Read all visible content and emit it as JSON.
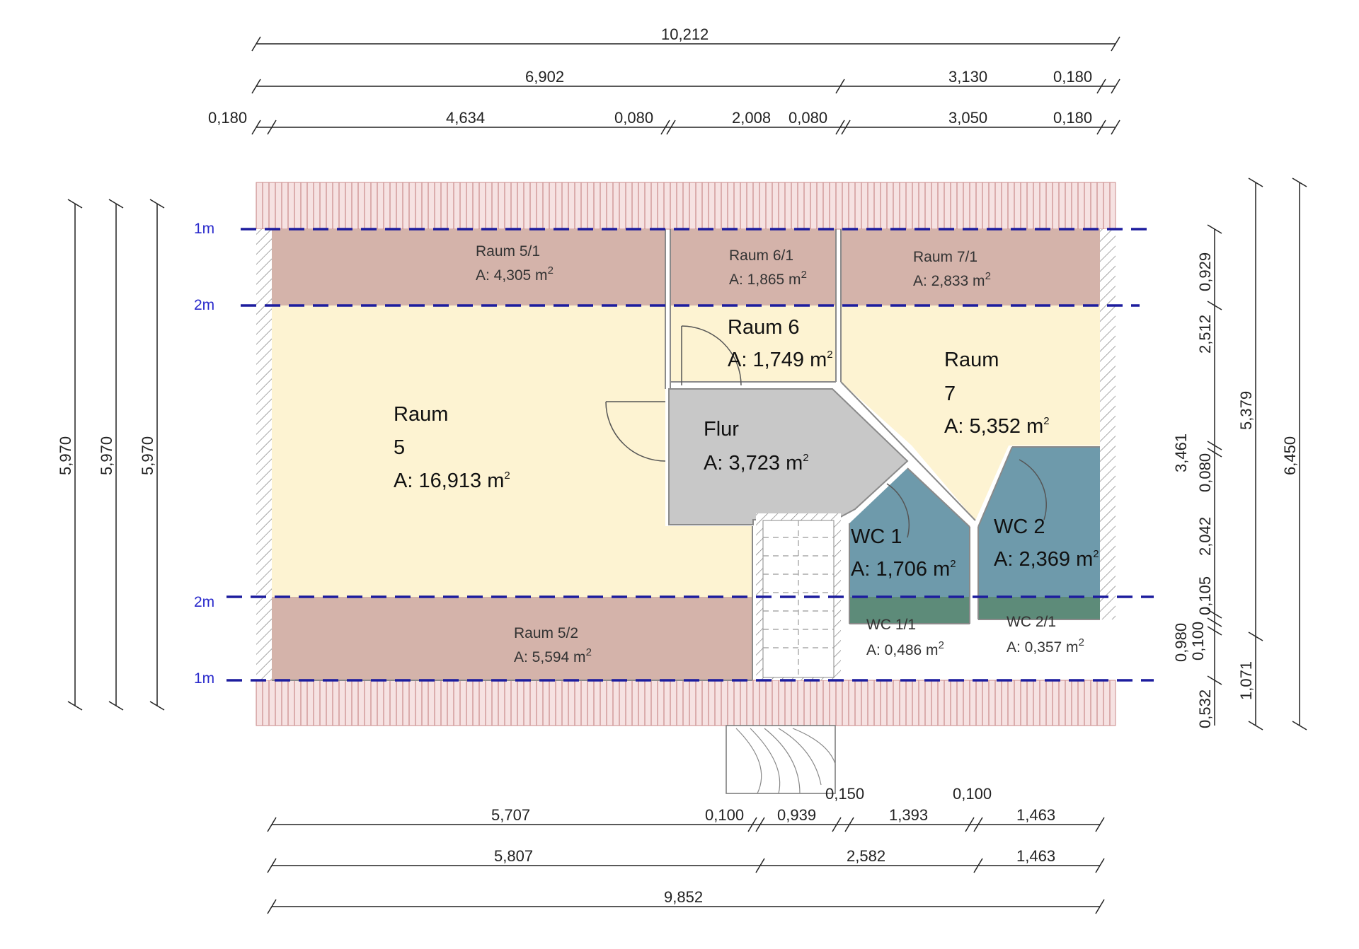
{
  "top_dims": {
    "row1": [
      "10,212"
    ],
    "row2": [
      "6,902",
      "3,130",
      "0,180"
    ],
    "row3": [
      "0,180",
      "4,634",
      "0,080",
      "2,008",
      "0,080",
      "3,050",
      "0,180"
    ]
  },
  "bottom_dims": {
    "row1": [
      "5,707",
      "0,100",
      "0,939",
      "0,150",
      "1,393",
      "0,100",
      "1,463"
    ],
    "row2": [
      "5,807",
      "2,582",
      "1,463"
    ],
    "row3": [
      "9,852"
    ]
  },
  "left_dims": [
    "5,970",
    "5,970",
    "5,970"
  ],
  "right_dims": {
    "inner": [
      "0,929",
      "2,512",
      "3,461",
      "0,080",
      "2,042",
      "0,105",
      "0,100",
      "0,980",
      "0,532"
    ],
    "middle": [
      "5,379",
      "1,071"
    ],
    "outer": [
      "6,450"
    ]
  },
  "height_lines": {
    "top_1m": "1m",
    "top_2m": "2m",
    "bottom_2m": "2m",
    "bottom_1m": "1m"
  },
  "rooms": {
    "raum51": {
      "name": "Raum 5/1",
      "area": "A: 4,305 m",
      "sup": "2"
    },
    "raum61": {
      "name": "Raum 6/1",
      "area": "A: 1,865 m",
      "sup": "2"
    },
    "raum71": {
      "name": "Raum 7/1",
      "area": "A: 2,833 m",
      "sup": "2"
    },
    "raum5": {
      "line1": "Raum",
      "line2": "5",
      "area": "A: 16,913 m",
      "sup": "2"
    },
    "raum6": {
      "name": "Raum 6",
      "area": "A: 1,749 m",
      "sup": "2"
    },
    "raum7": {
      "line1": "Raum",
      "line2": "7",
      "area": "A: 5,352 m",
      "sup": "2"
    },
    "flur": {
      "name": "Flur",
      "area": "A: 3,723 m",
      "sup": "2"
    },
    "wc1": {
      "name": "WC 1",
      "area": "A: 1,706 m",
      "sup": "2"
    },
    "wc2": {
      "name": "WC 2",
      "area": "A: 2,369 m",
      "sup": "2"
    },
    "wc11": {
      "name": "WC 1/1",
      "area": "A: 0,486 m",
      "sup": "2"
    },
    "wc21": {
      "name": "WC 2/1",
      "area": "A: 0,357 m",
      "sup": "2"
    },
    "raum52": {
      "name": "Raum 5/2",
      "area": "A: 5,594 m",
      "sup": "2"
    }
  },
  "colors": {
    "roof_pink": "#f3dada",
    "low_room": "#d4b3aa",
    "room_main": "#fdf3d2",
    "flur": "#c8c8c8",
    "wc": "#6e9aab",
    "wc_low": "#5d8b79",
    "height_line": "#1d1d9e"
  }
}
